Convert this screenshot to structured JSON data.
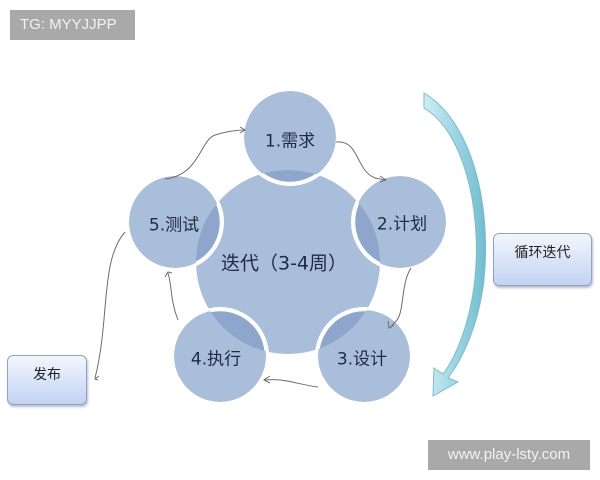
{
  "watermarks": {
    "top": "TG: MYYJJPP",
    "bottom": "www.play-lsty.com"
  },
  "diagram": {
    "center": {
      "label": "迭代（3-4周）"
    },
    "nodes": [
      {
        "label": "1.需求"
      },
      {
        "label": "2.计划"
      },
      {
        "label": "3.设计"
      },
      {
        "label": "4.执行"
      },
      {
        "label": "5.测试"
      }
    ],
    "side_boxes": {
      "cycle": "循环迭代",
      "release": "发布"
    },
    "colors": {
      "circle_fill": "#a9bedb",
      "circle_overlap": "#8ea6cc",
      "circle_border": "#ffffff",
      "arrow_cyan": "#8ed1de",
      "connector": "#6d6d6d"
    }
  }
}
